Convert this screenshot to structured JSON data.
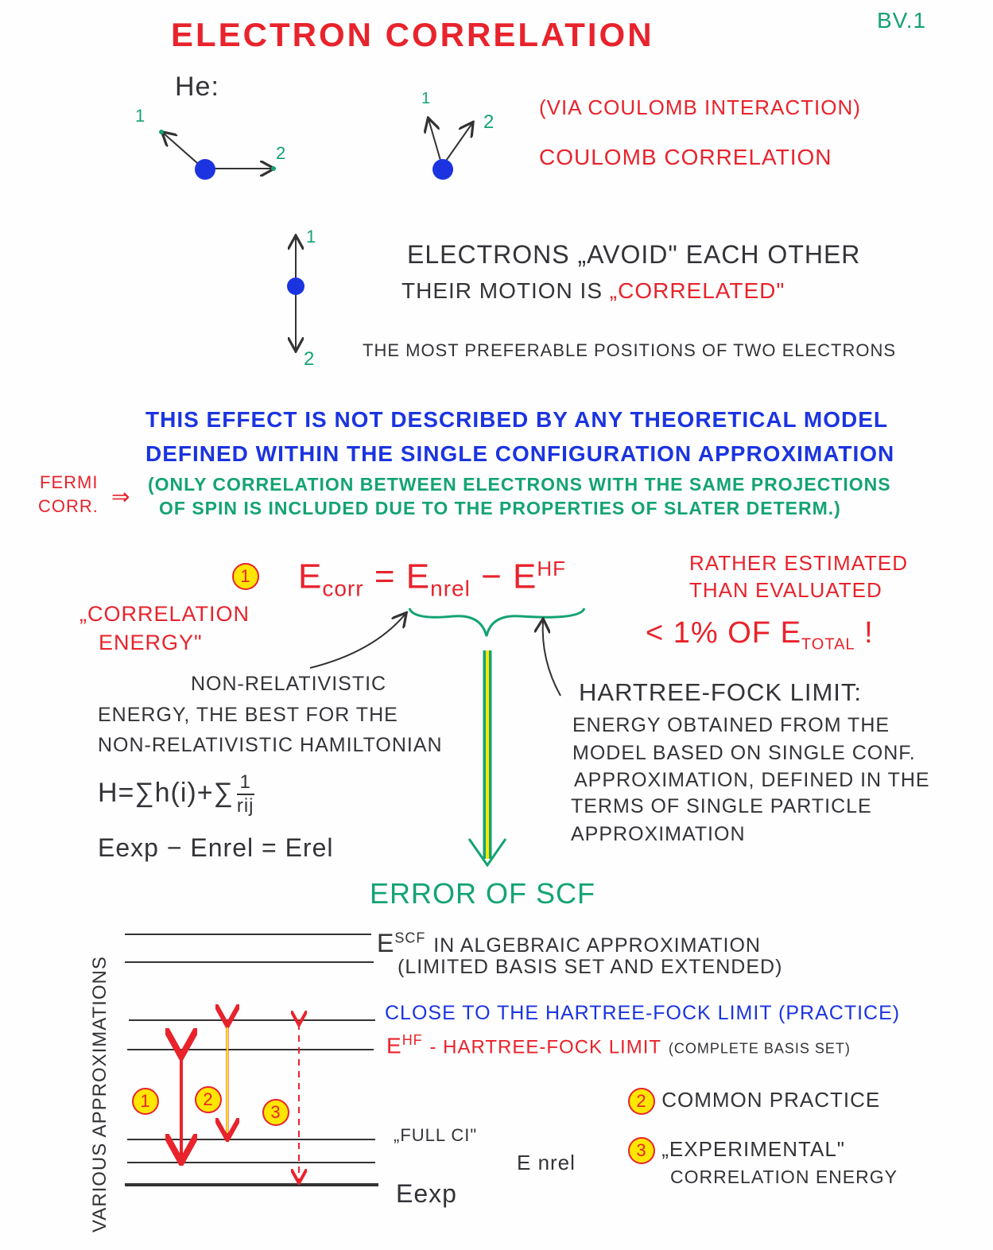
{
  "title": "ELECTRON CORRELATION",
  "page_label": "BV.1",
  "he_label": "He:",
  "electron_labels": {
    "one": "1",
    "two": "2"
  },
  "via_coulomb": "(VIA COULOMB INTERACTION)",
  "coulomb_correlation": "COULOMB CORRELATION",
  "avoid_line1": "ELECTRONS „AVOID\" EACH OTHER",
  "avoid_line2_a": "THEIR MOTION IS",
  "avoid_line2_b": "„CORRELATED\"",
  "preferable": "THE MOST PREFERABLE POSITIONS OF TWO ELECTRONS",
  "effect_line1": "THIS EFFECT IS NOT DESCRIBED BY ANY THEORETICAL MODEL",
  "effect_line2": "DEFINED WITHIN THE SINGLE CONFIGURATION APPROXIMATION",
  "fermi_line1": "FERMI",
  "fermi_line2": "CORR.",
  "fermi_arrow": "⇒",
  "only_line1": "(ONLY CORRELATION BETWEEN ELECTRONS WITH THE SAME PROJECTIONS",
  "only_line2": "OF SPIN IS INCLUDED DUE TO THE PROPERTIES OF SLATER DETERM.)",
  "eq_number": "1",
  "equation": {
    "e1": "E",
    "corr": "corr",
    "eq": "=",
    "e2": "E",
    "nrel": "nrel",
    "minus": "−",
    "e3": "E",
    "hf": "HF"
  },
  "correlation_energy": [
    "„CORRELATION",
    "ENERGY\""
  ],
  "rather": [
    "RATHER ESTIMATED",
    "THAN EVALUATED"
  ],
  "percent": {
    "lt": "<",
    "text": "1% OF E",
    "sub": "TOTAL",
    "bang": "!"
  },
  "nonrel": [
    "NON-RELATIVISTIC",
    "ENERGY, THE BEST FOR THE",
    "NON-RELATIVISTIC HAMILTONIAN"
  ],
  "hamiltonian": {
    "lhs": "H=∑h(i)+∑",
    "num": "1",
    "den": "rij"
  },
  "erel_eq": "Eexp − Enrel = Erel",
  "hf_limit": [
    "HARTREE-FOCK LIMIT:",
    "ENERGY OBTAINED FROM THE",
    "MODEL BASED ON SINGLE CONF.",
    "APPROXIMATION, DEFINED IN THE",
    "TERMS OF SINGLE PARTICLE",
    "APPROXIMATION"
  ],
  "error_scf": "ERROR OF SCF",
  "levels": {
    "escf": "E",
    "escf_sup": "SCF",
    "escf_text": "IN ALGEBRAIC APPROXIMATION",
    "escf_text2": "(LIMITED BASIS SET AND EXTENDED)",
    "close_hf": "CLOSE TO THE HARTREE-FOCK LIMIT (PRACTICE)",
    "ehf": "E",
    "ehf_sup": "HF",
    "ehf_text": "- HARTREE-FOCK LIMIT",
    "ehf_small": "(COMPLETE BASIS SET)",
    "full_ci": "„FULL CI\"",
    "enrel": "E nrel",
    "eexp": "Eexp"
  },
  "axis_label": "VARIOUS APPROXIMATIONS",
  "markers": [
    "1",
    "2",
    "3"
  ],
  "legend": [
    {
      "n": "2",
      "text": "COMMON PRACTICE"
    },
    {
      "n": "3",
      "text": "„EXPERIMENTAL\"",
      "text2": "CORRELATION ENERGY"
    }
  ]
}
